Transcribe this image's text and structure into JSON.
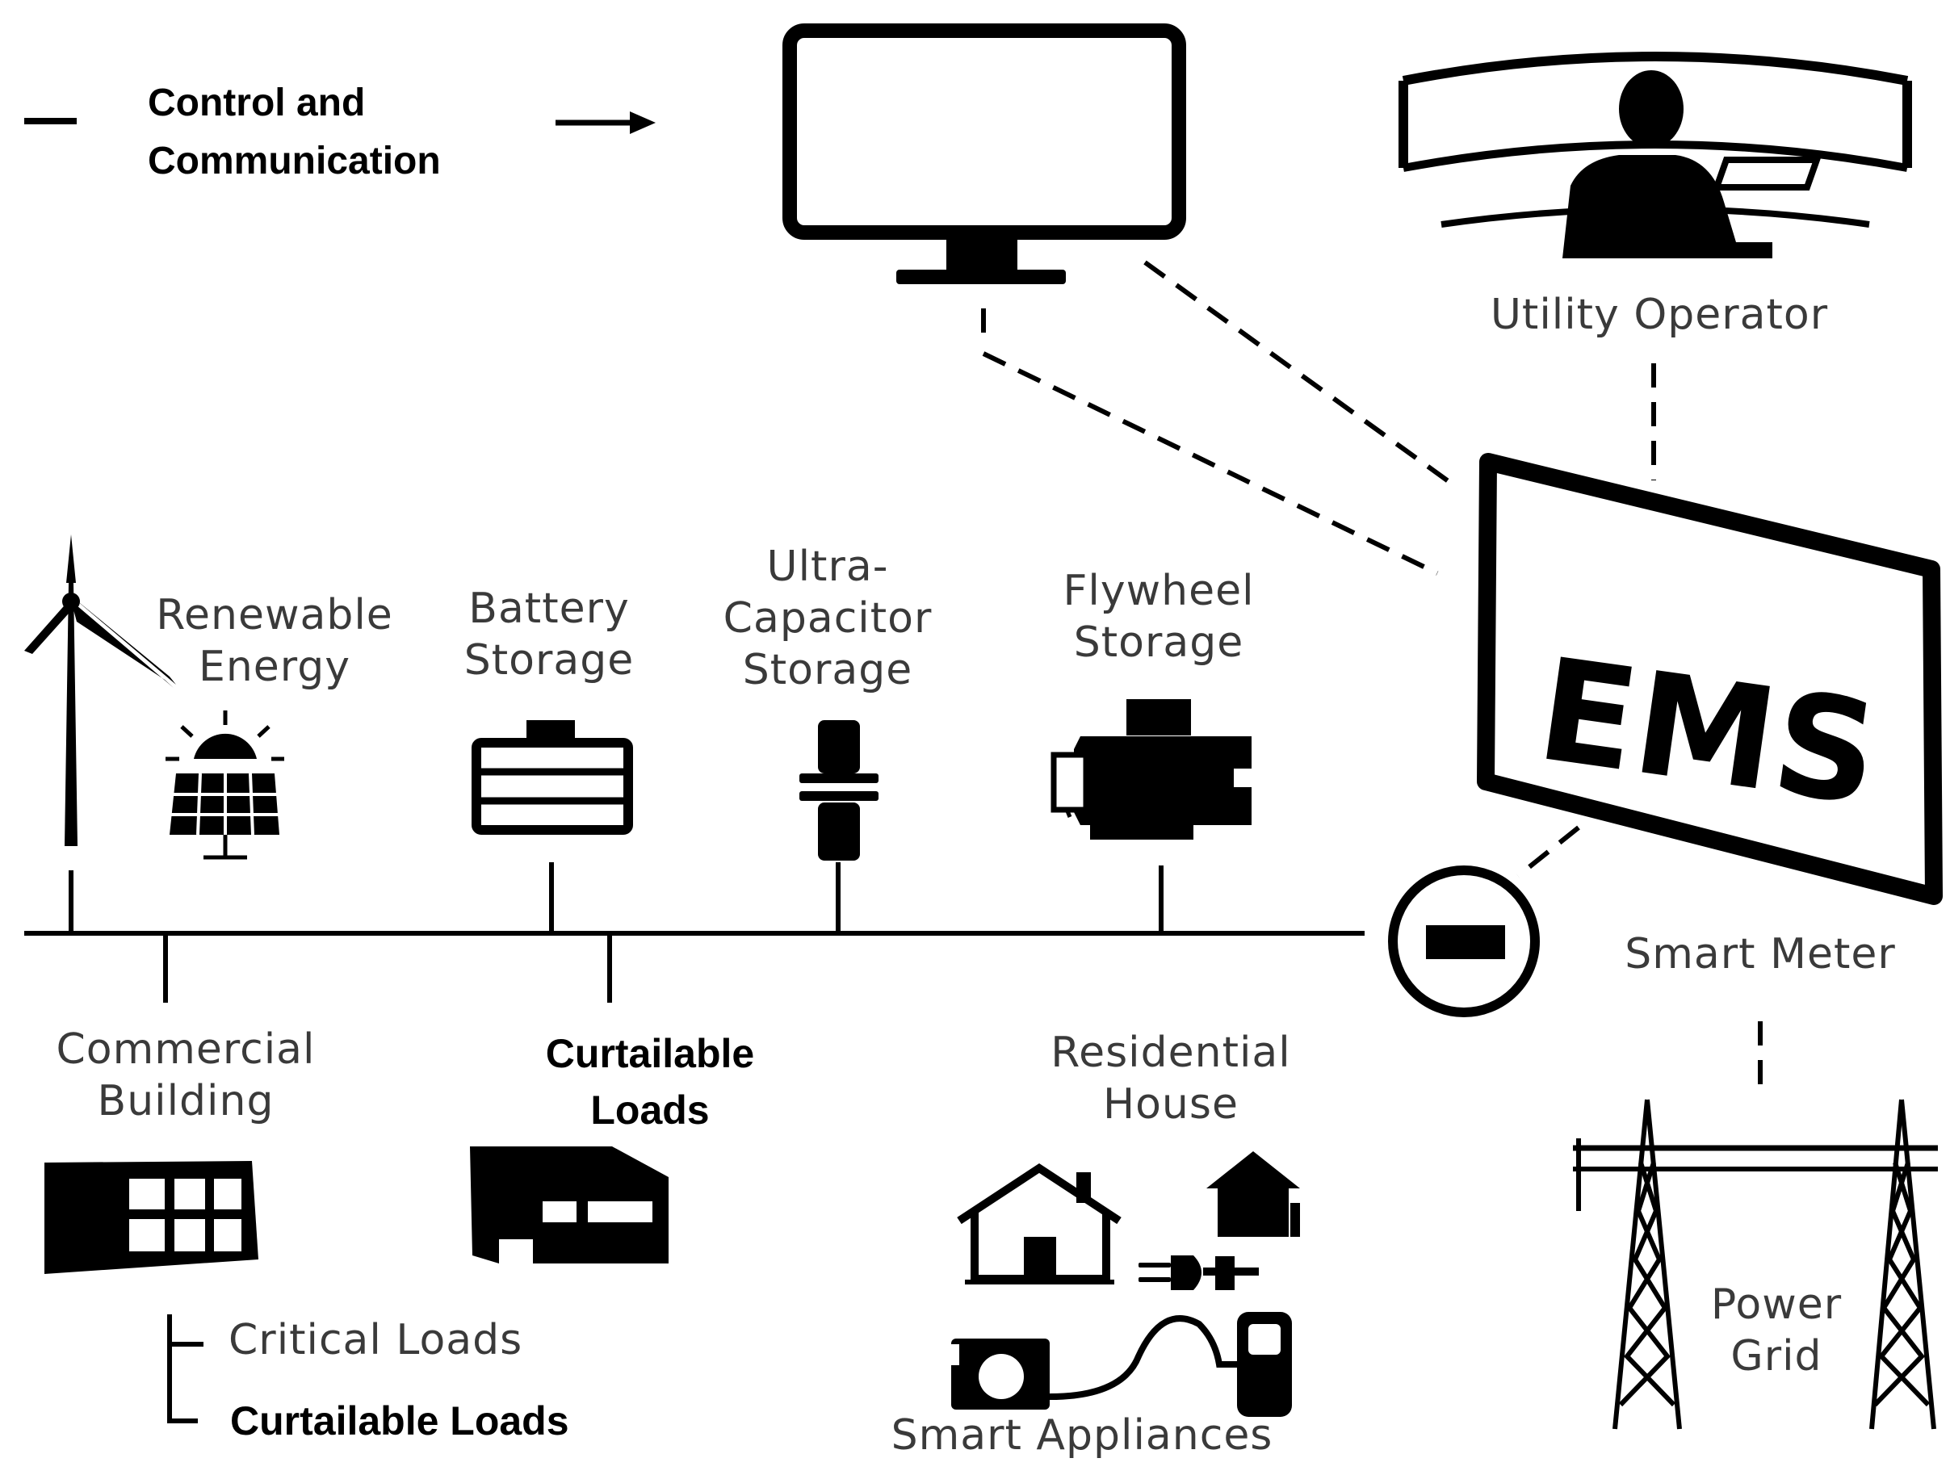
{
  "legend": {
    "text_line1": "Control and",
    "text_line2": "Communication"
  },
  "nodes": {
    "utility_operator": "Utility Operator",
    "ems": "EMS",
    "renewable_line1": "Renewable",
    "renewable_line2": "Energy",
    "battery_line1": "Battery",
    "battery_line2": "Storage",
    "ultracap_line1": "Ultra-",
    "ultracap_line2": "Capacitor",
    "ultracap_line3": "Storage",
    "flywheel_line1": "Flywheel",
    "flywheel_line2": "Storage",
    "smart_meter": "Smart Meter",
    "commercial_line1": "Commercial",
    "commercial_line2": "Building",
    "curtailable_line1": "Curtailable",
    "curtailable_line2": "Loads",
    "residential_line1": "Residential",
    "residential_line2": "House",
    "critical_loads": "Critical Loads",
    "curtailable_loads_sub": "Curtailable Loads",
    "smart_appliances": "Smart Appliances",
    "power_grid_line1": "Power",
    "power_grid_line2": "Grid"
  },
  "colors": {
    "ink": "#000000",
    "label": "#3a3a3a",
    "background": "#ffffff"
  }
}
